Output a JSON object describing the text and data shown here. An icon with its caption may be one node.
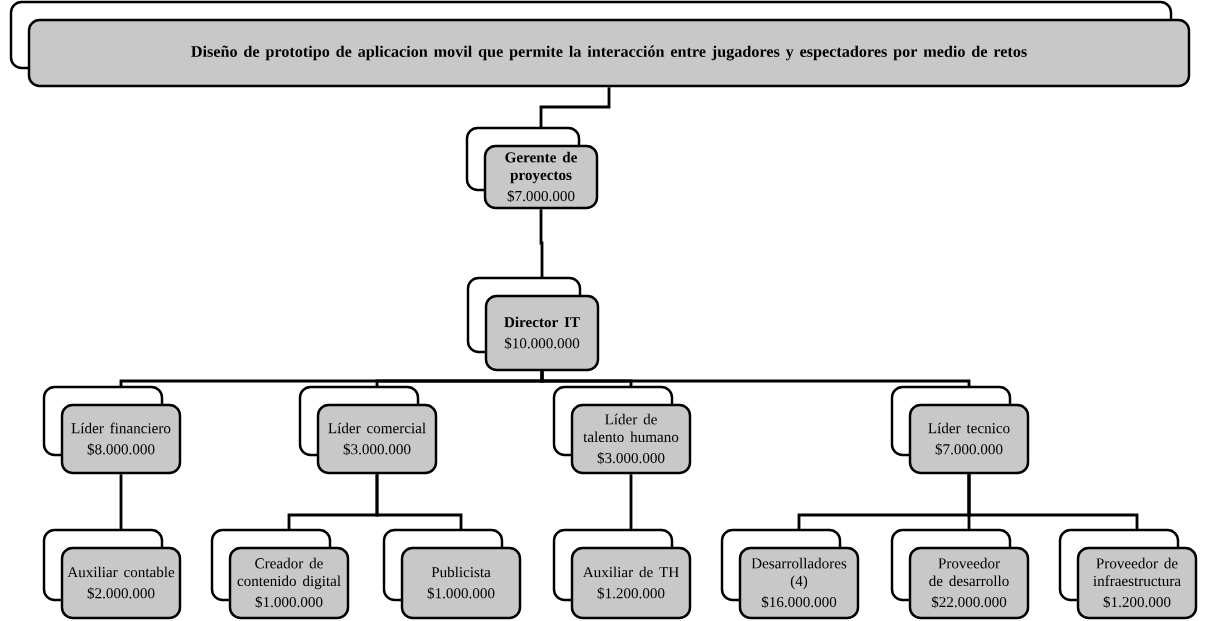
{
  "diagram": {
    "nodes": [
      {
        "text": [
          "Diseño de prototipo de aplicacion movil que permite la interacción entre jugadores y espectadores por medio de retos"
        ]
      },
      {
        "text": [
          "Gerente de proyectos",
          "$7.000.000"
        ]
      },
      {
        "text": [
          "Director IT",
          "$10.000.000"
        ]
      },
      {
        "text": [
          "Líder financiero",
          "$8.000.000"
        ]
      },
      {
        "text": [
          "Líder comercial",
          "$3.000.000"
        ]
      },
      {
        "text": [
          "Líder de talento humano",
          "$3.000.000"
        ]
      },
      {
        "text": [
          "Líder tecnico",
          "$7.000.000"
        ]
      },
      {
        "text": [
          "Auxiliar contable",
          "$2.000.000"
        ]
      },
      {
        "text": [
          "Creador de contenido digital",
          "$1.000.000"
        ]
      },
      {
        "text": [
          "Publicista",
          "$1.000.000"
        ]
      },
      {
        "text": [
          "Auxiliar de TH",
          "$1.200.000"
        ]
      },
      {
        "text": [
          "Desarrolladores (4)",
          "$16.000.000"
        ]
      },
      {
        "text": [
          "Proveedor de desarrollo",
          "$22.000.000"
        ]
      },
      {
        "text": [
          "Proveedor de infraestructura",
          "$1.200.000"
        ]
      }
    ],
    "edges": [
      {
        "from": 0,
        "to": 1,
        "arrow": "none"
      },
      {
        "from": 1,
        "to": 2,
        "arrow": "none"
      },
      {
        "from": 2,
        "to": 3,
        "arrow": "none"
      },
      {
        "from": 2,
        "to": 4,
        "arrow": "none"
      },
      {
        "from": 2,
        "to": 5,
        "arrow": "none"
      },
      {
        "from": 2,
        "to": 6,
        "arrow": "none"
      },
      {
        "from": 3,
        "to": 7,
        "arrow": "none"
      },
      {
        "from": 4,
        "to": 8,
        "arrow": "none"
      },
      {
        "from": 4,
        "to": 9,
        "arrow": "none"
      },
      {
        "from": 5,
        "to": 10,
        "arrow": "none"
      },
      {
        "from": 6,
        "to": 11,
        "arrow": "none"
      },
      {
        "from": 6,
        "to": 12,
        "arrow": "none"
      },
      {
        "from": 6,
        "to": 13,
        "arrow": "none"
      }
    ]
  }
}
